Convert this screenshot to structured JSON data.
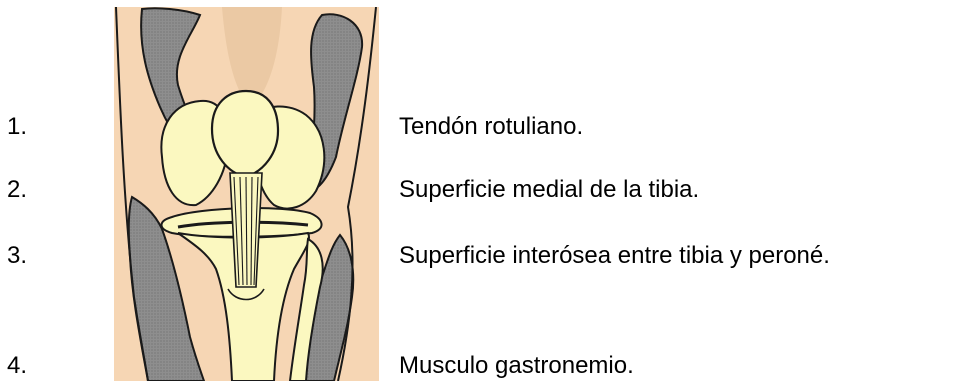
{
  "figure": {
    "subject": "knee-anatomy-illustration",
    "colors": {
      "skin": "#f6d6b4",
      "bone": "#fbf8c0",
      "muscle": "#8e8e8e",
      "outline": "#1a1a1a"
    }
  },
  "items": [
    {
      "number": "1.",
      "label": "Tendón rotuliano."
    },
    {
      "number": "2.",
      "label": "Superficie medial de la tibia."
    },
    {
      "number": "3.",
      "label": "Superficie interósea entre tibia y peroné."
    },
    {
      "number": "4.",
      "label": "Musculo gastronemio."
    }
  ]
}
